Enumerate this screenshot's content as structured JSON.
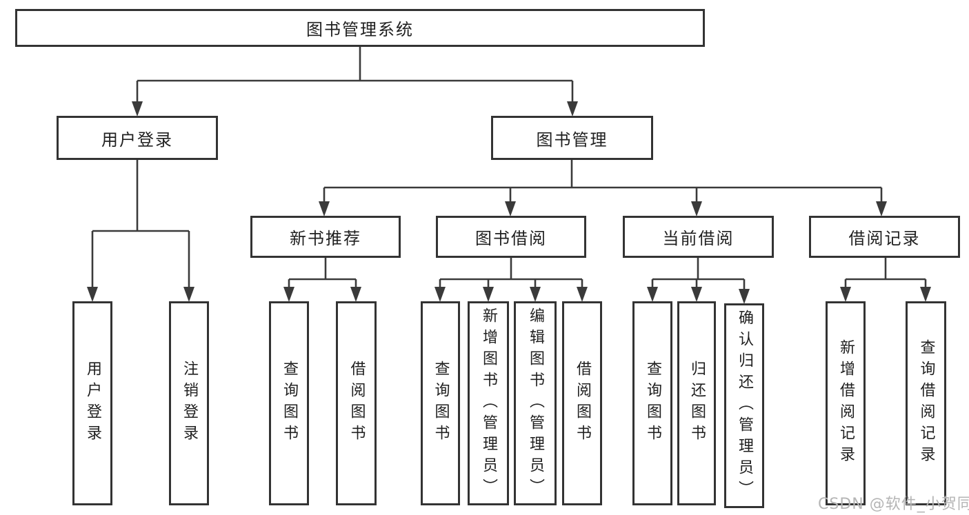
{
  "tree": {
    "root": {
      "label": "图书管理系统"
    },
    "children": [
      {
        "label": "用户登录",
        "children": [
          {
            "label": "用户登录"
          },
          {
            "label": "注销登录"
          }
        ]
      },
      {
        "label": "图书管理",
        "children": [
          {
            "label": "新书推荐",
            "children": [
              {
                "label": "查询图书"
              },
              {
                "label": "借阅图书"
              }
            ]
          },
          {
            "label": "图书借阅",
            "children": [
              {
                "label": "查询图书"
              },
              {
                "label": "新增图书（管理员）"
              },
              {
                "label": "编辑图书（管理员）"
              },
              {
                "label": "借阅图书"
              }
            ]
          },
          {
            "label": "当前借阅",
            "children": [
              {
                "label": "查询图书"
              },
              {
                "label": "归还图书"
              },
              {
                "label": "确认归还（管理员）"
              }
            ]
          },
          {
            "label": "借阅记录",
            "children": [
              {
                "label": "新增借阅记录"
              },
              {
                "label": "查询借阅记录"
              }
            ]
          }
        ]
      }
    ]
  },
  "watermark": {
    "text": "CSDN @软件_小贺同学"
  },
  "colors": {
    "line": "#3a3a3a",
    "box_border": "#333333",
    "text": "#1f1f1f",
    "background": "#ffffff",
    "watermark": "#b5b5b5"
  }
}
